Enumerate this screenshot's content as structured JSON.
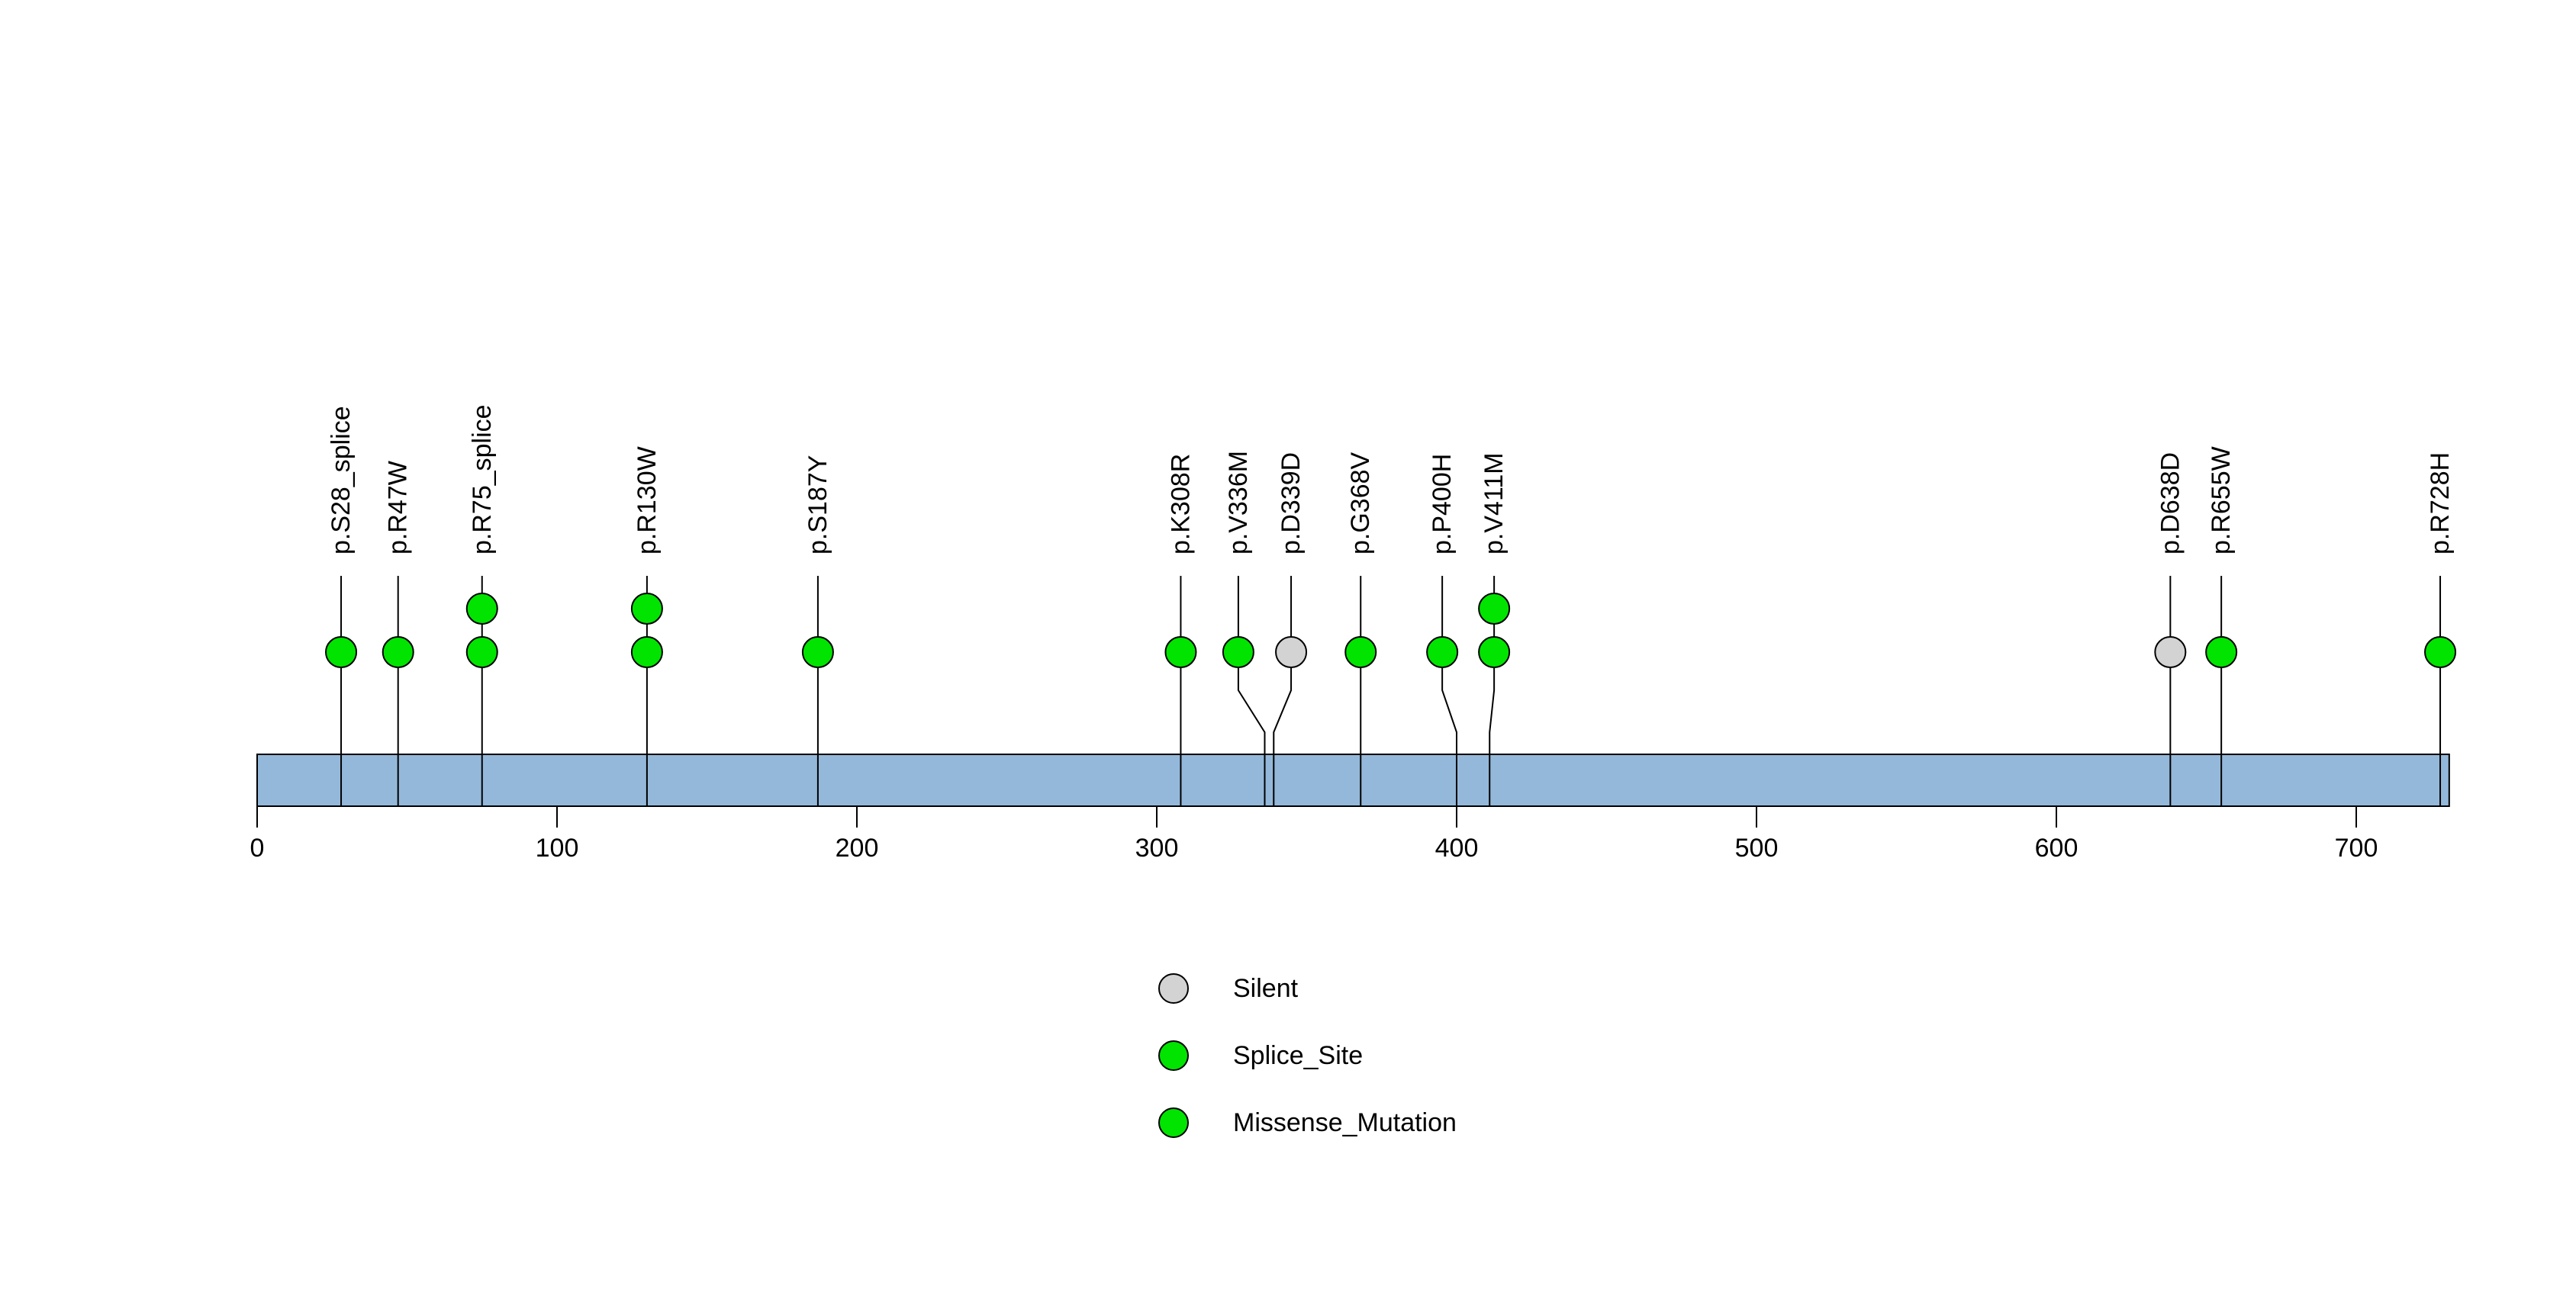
{
  "chart_data": {
    "type": "lollipop",
    "title": "",
    "xlabel": "",
    "ylabel": "",
    "protein_length": 731,
    "xlim": [
      0,
      731
    ],
    "x_ticks": [
      "0",
      "100",
      "200",
      "300",
      "400",
      "500",
      "600",
      "700"
    ],
    "x_tick_values": [
      0,
      100,
      200,
      300,
      400,
      500,
      600,
      700
    ],
    "grid": false,
    "legend_position": "bottom-center",
    "colors": {
      "Silent": "#d3d3d3",
      "Splice_Site": "#00e400",
      "Missense_Mutation": "#00e400",
      "backbone_fill": "#94b8da",
      "backbone_stroke": "#000000",
      "stem_stroke": "#000000"
    },
    "mutations": [
      {
        "label": "p.S28_splice",
        "pos": 28,
        "count": 1,
        "class": "Splice_Site"
      },
      {
        "label": "p.R47W",
        "pos": 47,
        "count": 1,
        "class": "Missense_Mutation"
      },
      {
        "label": "p.R75_splice",
        "pos": 75,
        "count": 2,
        "class": "Splice_Site"
      },
      {
        "label": "p.R130W",
        "pos": 130,
        "count": 2,
        "class": "Missense_Mutation"
      },
      {
        "label": "p.S187Y",
        "pos": 187,
        "count": 1,
        "class": "Missense_Mutation"
      },
      {
        "label": "p.K308R",
        "pos": 308,
        "count": 1,
        "class": "Missense_Mutation"
      },
      {
        "label": "p.V336M",
        "pos": 336,
        "display_pos": 327.2,
        "count": 1,
        "class": "Missense_Mutation"
      },
      {
        "label": "p.D339D",
        "pos": 339,
        "display_pos": 344.8,
        "count": 1,
        "class": "Silent"
      },
      {
        "label": "p.G368V",
        "pos": 368,
        "count": 1,
        "class": "Missense_Mutation"
      },
      {
        "label": "p.P400H",
        "pos": 400,
        "display_pos": 395.2,
        "count": 1,
        "class": "Missense_Mutation"
      },
      {
        "label": "p.V411M",
        "pos": 411,
        "display_pos": 412.5,
        "count": 2,
        "class": "Missense_Mutation"
      },
      {
        "label": "p.D638D",
        "pos": 638,
        "count": 1,
        "class": "Silent"
      },
      {
        "label": "p.R655W",
        "pos": 655,
        "count": 1,
        "class": "Missense_Mutation"
      },
      {
        "label": "p.R728H",
        "pos": 728,
        "count": 1,
        "class": "Missense_Mutation"
      }
    ],
    "legend": [
      {
        "label": "Silent",
        "color": "#d3d3d3"
      },
      {
        "label": "Splice_Site",
        "color": "#00e400"
      },
      {
        "label": "Missense_Mutation",
        "color": "#00e400"
      }
    ]
  }
}
